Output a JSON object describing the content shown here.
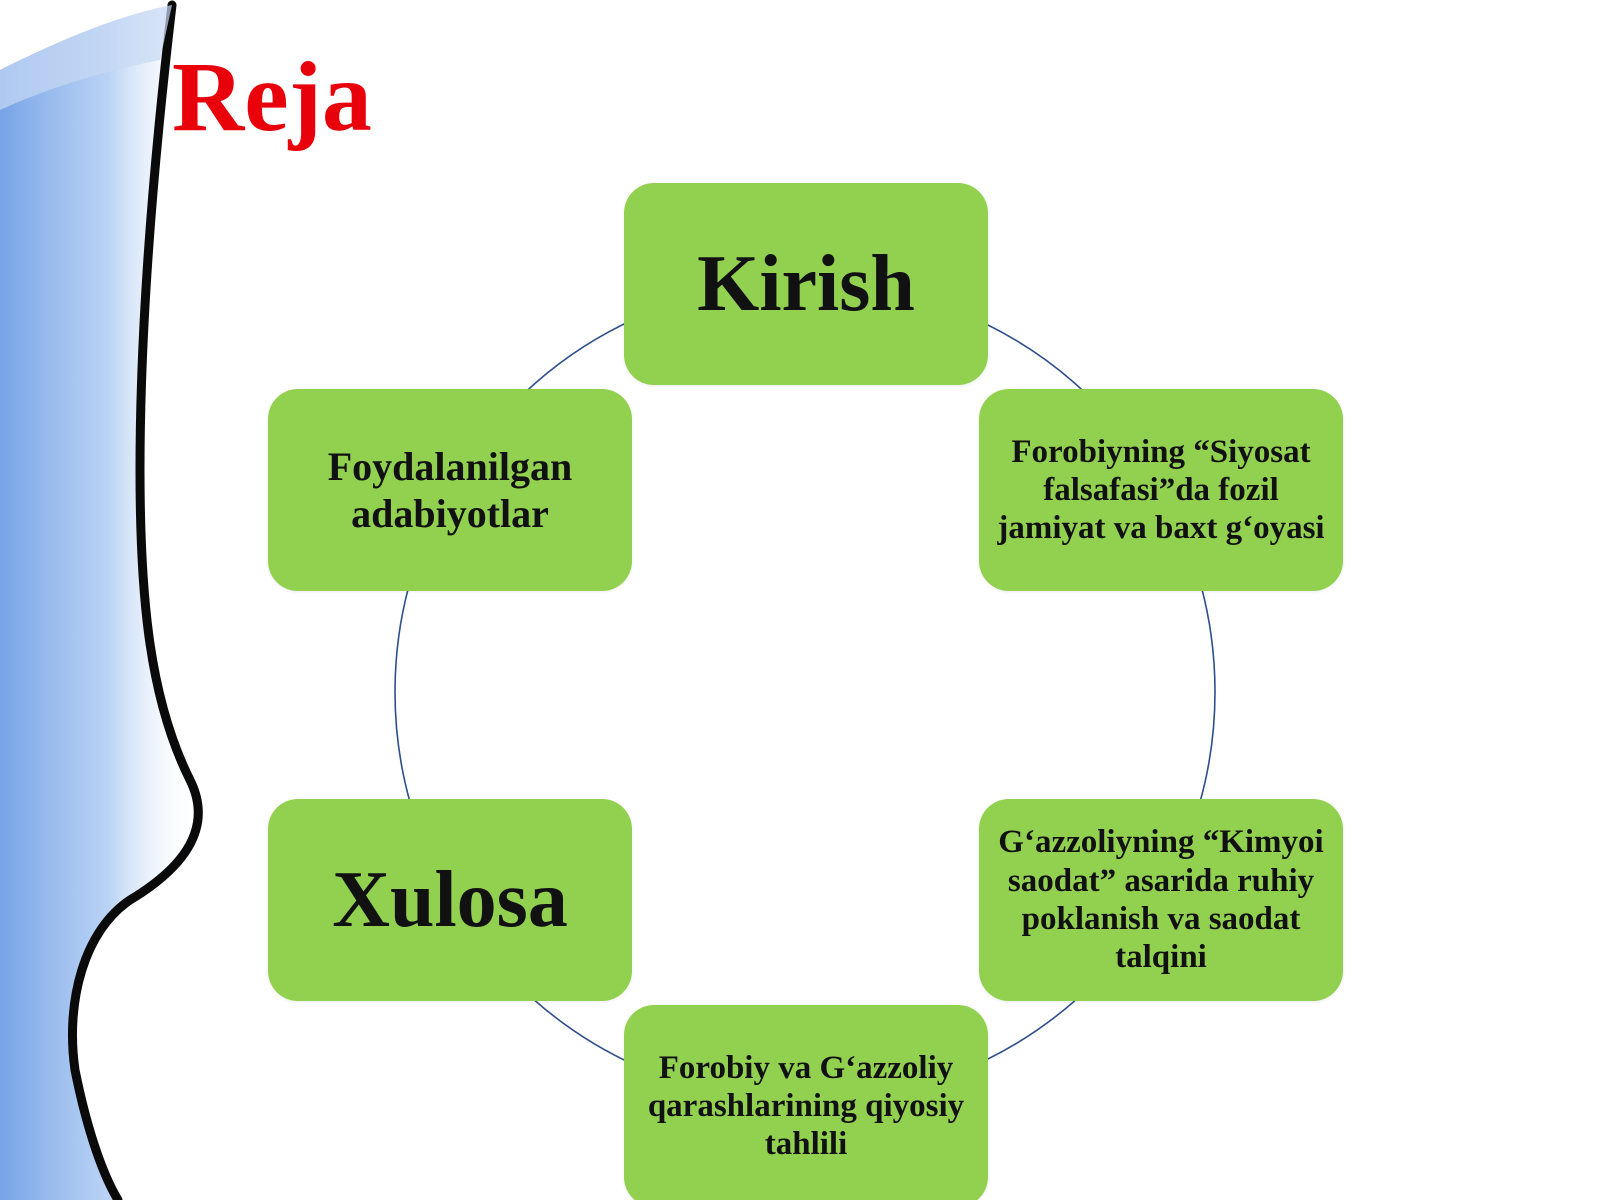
{
  "slide": {
    "title": "Reja",
    "title_color": "#e8000b"
  },
  "theme": {
    "node_fill": "#92d050",
    "ring_color": "#2e4e8c",
    "swoosh_color": "#0a0a0a",
    "swoosh_fill": "#9fc0ee"
  },
  "diagram": {
    "type": "cycle",
    "nodes": [
      {
        "id": "kirish",
        "label": "Kirish"
      },
      {
        "id": "forobiy-siyosat",
        "label": "Forobiyning “Siyosat falsafasi”da fozil jamiyat va baxt g‘oyasi"
      },
      {
        "id": "gazzoliy-kimyo",
        "label": "G‘azzoliyning “Kimyoi saodat” asarida ruhiy poklanish va saodat talqini"
      },
      {
        "id": "qiyosiy-tahlil",
        "label": "Forobiy va G‘azzoliy qarashlarining qiyosiy tahlili"
      },
      {
        "id": "xulosa",
        "label": "Xulosa"
      },
      {
        "id": "adabiyotlar",
        "label": "Foydalanilgan adabiyotlar"
      }
    ]
  }
}
